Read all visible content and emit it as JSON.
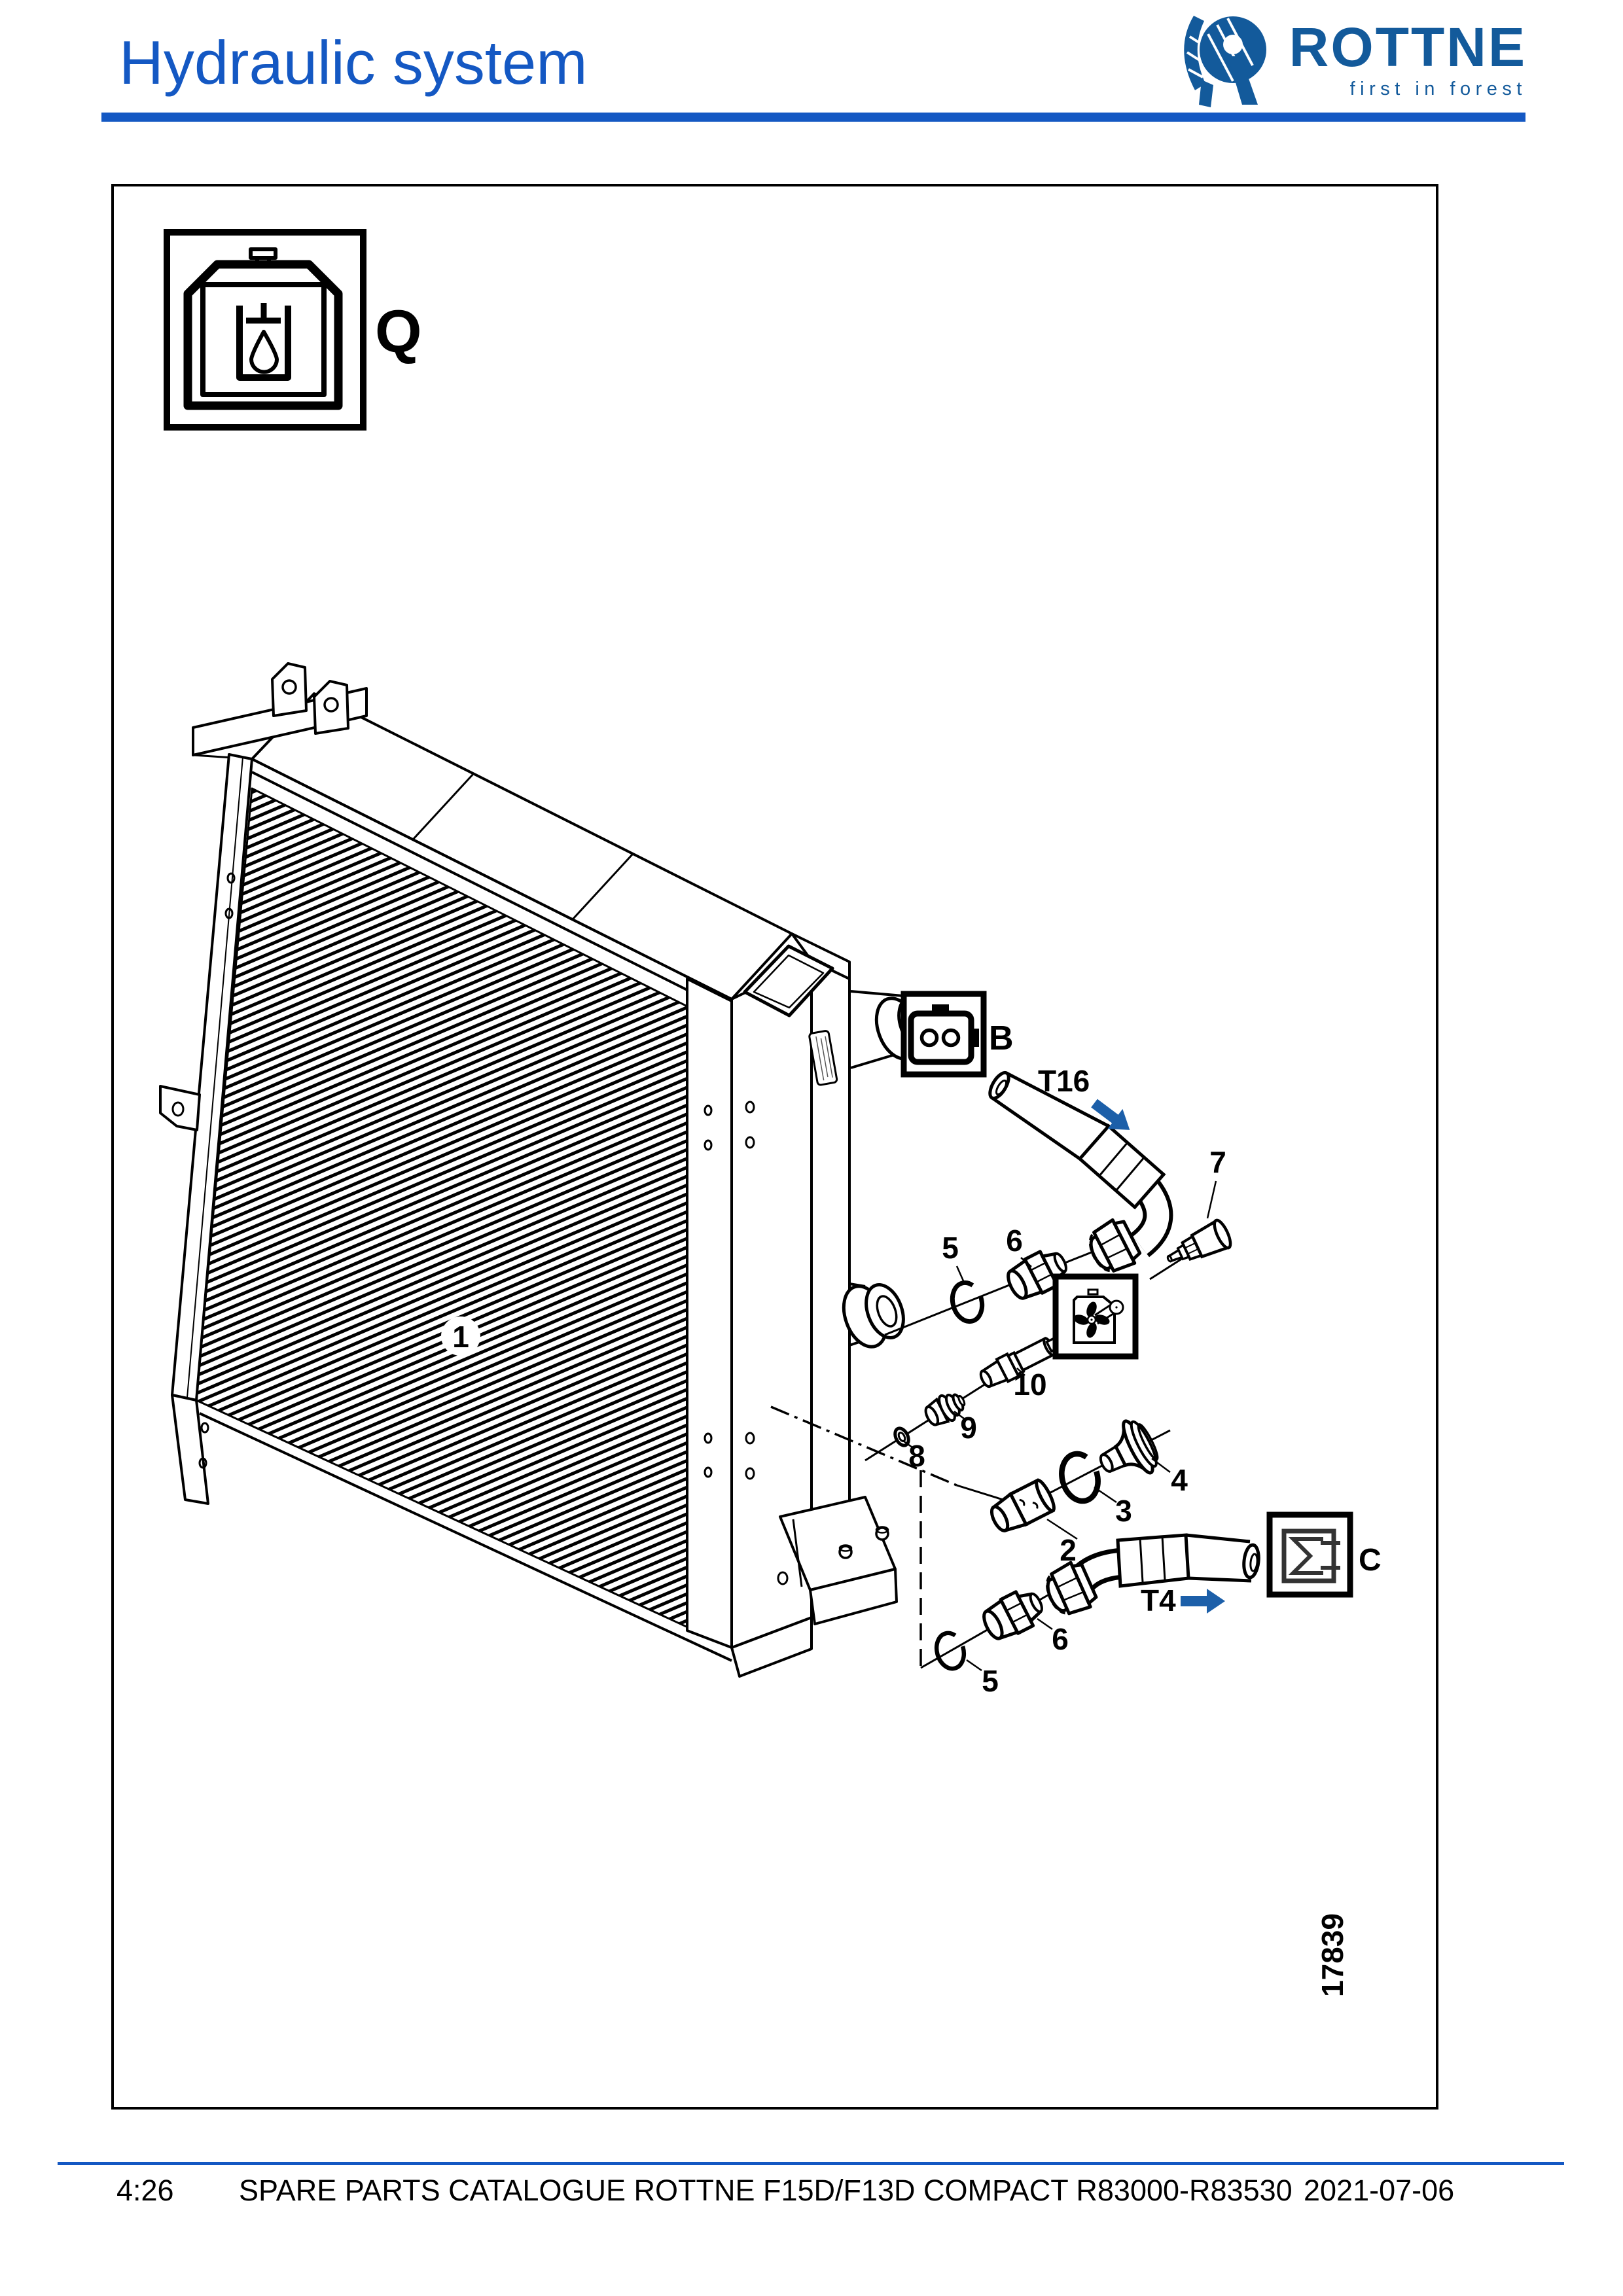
{
  "page": {
    "title": "Hydraulic system",
    "drawing_number": "17839",
    "footer": {
      "page_ref": "4:26",
      "catalogue_title": "SPARE PARTS CATALOGUE ROTTNE F15D/F13D COMPACT R83000-R83530",
      "date": "2021-07-06"
    }
  },
  "logo": {
    "brand": "ROTTNE",
    "tagline": "first in forest"
  },
  "colors": {
    "title_blue": "#1458C3",
    "logo_blue": "#135A9B",
    "arrow_blue": "#1C5FA9",
    "line_black": "#000000"
  },
  "diagram": {
    "symbol_boxes": {
      "tank": {
        "label": "Q",
        "icon": "hydraulic-tank-icon"
      },
      "connector": {
        "label": "B",
        "icon": "electrical-connector-icon"
      },
      "fan": {
        "label": "",
        "icon": "radiator-fan-icon"
      },
      "cooler": {
        "label": "C",
        "icon": "heat-exchanger-icon"
      }
    },
    "flow_tags": {
      "t16": "T16",
      "t4": "T4"
    },
    "callouts": {
      "c1": "1",
      "c2": "2",
      "c3": "3",
      "c4": "4",
      "c5": "5",
      "c6": "6",
      "c7": "7",
      "c8": "8",
      "c9": "9",
      "c10": "10"
    }
  }
}
